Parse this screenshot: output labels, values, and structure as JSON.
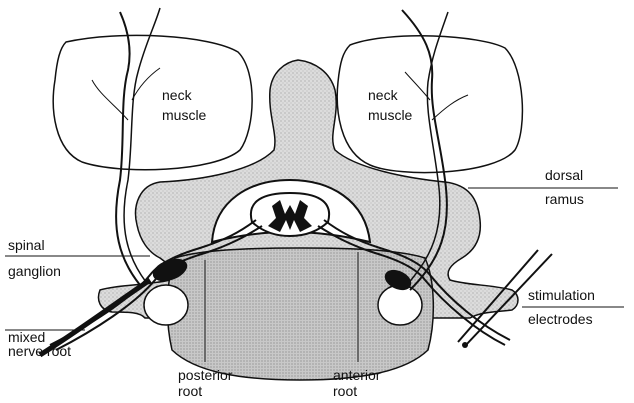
{
  "labels": {
    "neck_muscle_left": [
      "neck",
      "muscle"
    ],
    "neck_muscle_right": [
      "neck",
      "muscle"
    ],
    "dorsal_ramus": [
      "dorsal",
      "ramus"
    ],
    "spinal_ganglion": [
      "spinal",
      "ganglion"
    ],
    "stimulation_electrodes": [
      "stimulation",
      "electrodes"
    ],
    "mixed_nerve_root": [
      "mixed",
      "nerve root"
    ],
    "posterior_root": [
      "posterior",
      "root"
    ],
    "anterior_root": [
      "anterior",
      "root"
    ]
  },
  "colors": {
    "ink": "#111111",
    "bone_fill": "#d6d6d6",
    "body_fill": "#c4c4c4",
    "cord_fill": "#ffffff"
  }
}
